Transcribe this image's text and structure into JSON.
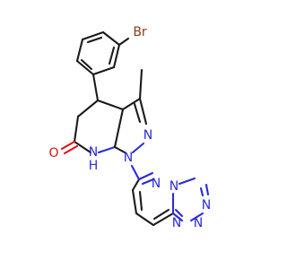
{
  "molecule": {
    "atom_labels": {
      "bromine": "Br",
      "methyl": "",
      "oxygen": "O",
      "nh_n": "N",
      "nh_h": "H",
      "pyrazole_n1": "N",
      "pyrazole_n2": "N",
      "pyridazine_n1": "N",
      "pyridazine_n2": "N",
      "triazole_n1": "N",
      "triazole_n2": "N",
      "triazole_n3": "N"
    },
    "colors": {
      "carbon_bond": "#1a1a1a",
      "nitrogen": "#2b2bd9",
      "oxygen": "#e01010",
      "bromine": "#8a3a12"
    }
  }
}
